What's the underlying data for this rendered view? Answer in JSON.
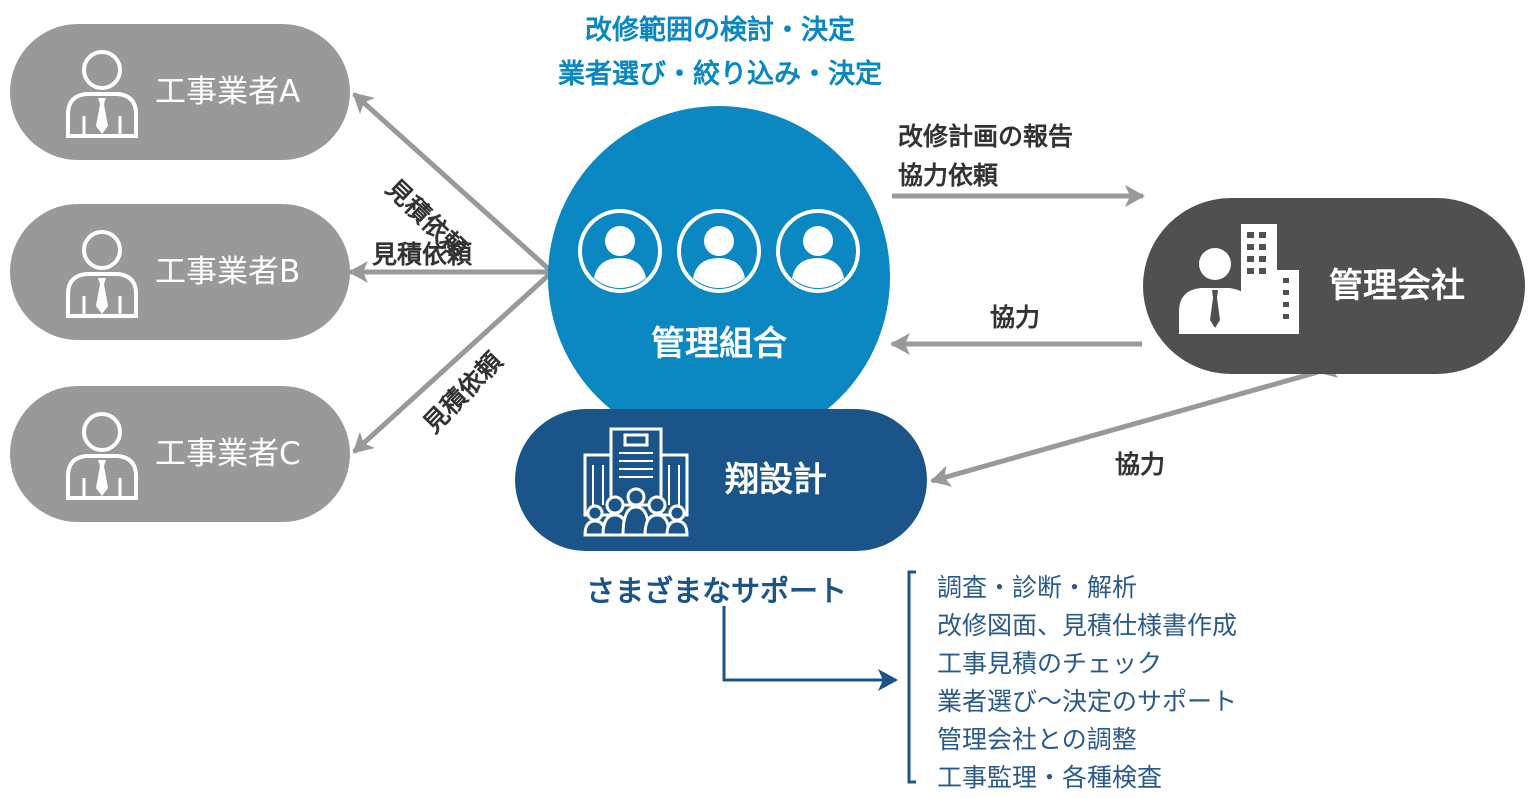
{
  "headline": {
    "line1": "改修範囲の検討・決定",
    "line2": "業者選び・絞り込み・決定"
  },
  "contractors": [
    {
      "label": "工事業者A"
    },
    {
      "label": "工事業者B"
    },
    {
      "label": "工事業者C"
    }
  ],
  "edges": {
    "estimate_a": "見積依頼",
    "estimate_b": "見積依頼",
    "estimate_c": "見積依頼",
    "report_line1": "改修計画の報告",
    "report_line2": "協力依頼",
    "coop_mgmt": "協力",
    "coop_design": "協力"
  },
  "center": {
    "association_label": "管理組合",
    "design_label": "翔設計",
    "management_label": "管理会社"
  },
  "support": {
    "title": "さまざまなサポート",
    "items": [
      "調査・診断・解析",
      "改修図面、見積仕様書作成",
      "工事見積のチェック",
      "業者選び〜決定のサポート",
      "管理会社との調整",
      "工事監理・各種検査"
    ]
  },
  "colors": {
    "association": "#0b87c2",
    "design": "#1a5488",
    "management": "#505050",
    "contractor": "#999999",
    "arrow": "#999999",
    "headline": "#0b87c2",
    "support_text": "#2a5a8c"
  },
  "icons": [
    "person-tie-icon",
    "group-icon",
    "building-people-icon",
    "building-person-icon"
  ]
}
